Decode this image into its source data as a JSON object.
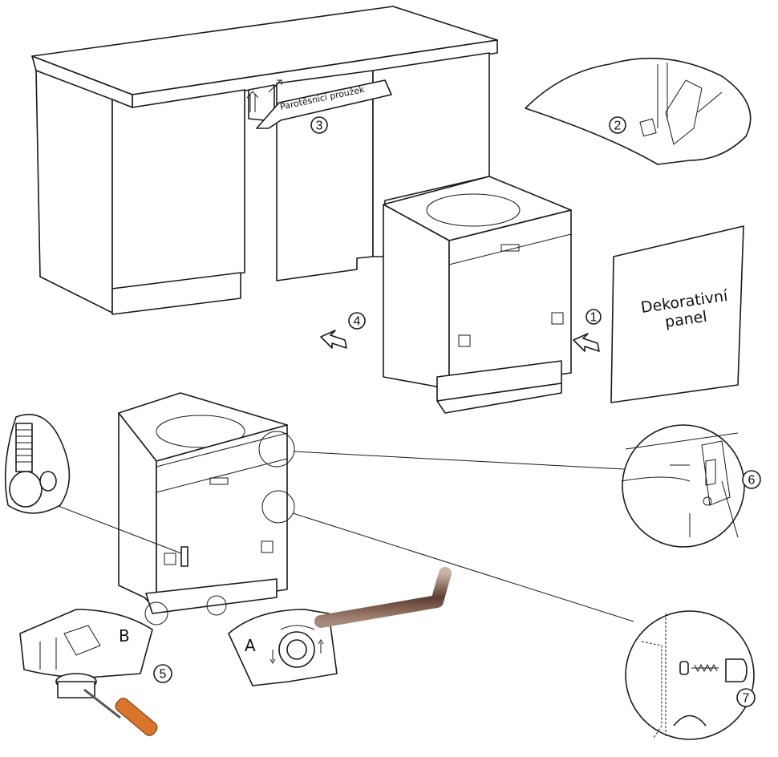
{
  "labels": {
    "vapor_strip": "Parotěsnicí proužek",
    "decor_panel_line1": "Dekorativní",
    "decor_panel_line2": "panel",
    "detail_a": "A",
    "detail_b": "B"
  },
  "steps": [
    "1",
    "2",
    "3",
    "4",
    "5",
    "6",
    "7"
  ],
  "colors": {
    "line": "#1a1a1a",
    "wrench": "#7a5a4a",
    "screwdriver_handle": "#d9742a"
  }
}
